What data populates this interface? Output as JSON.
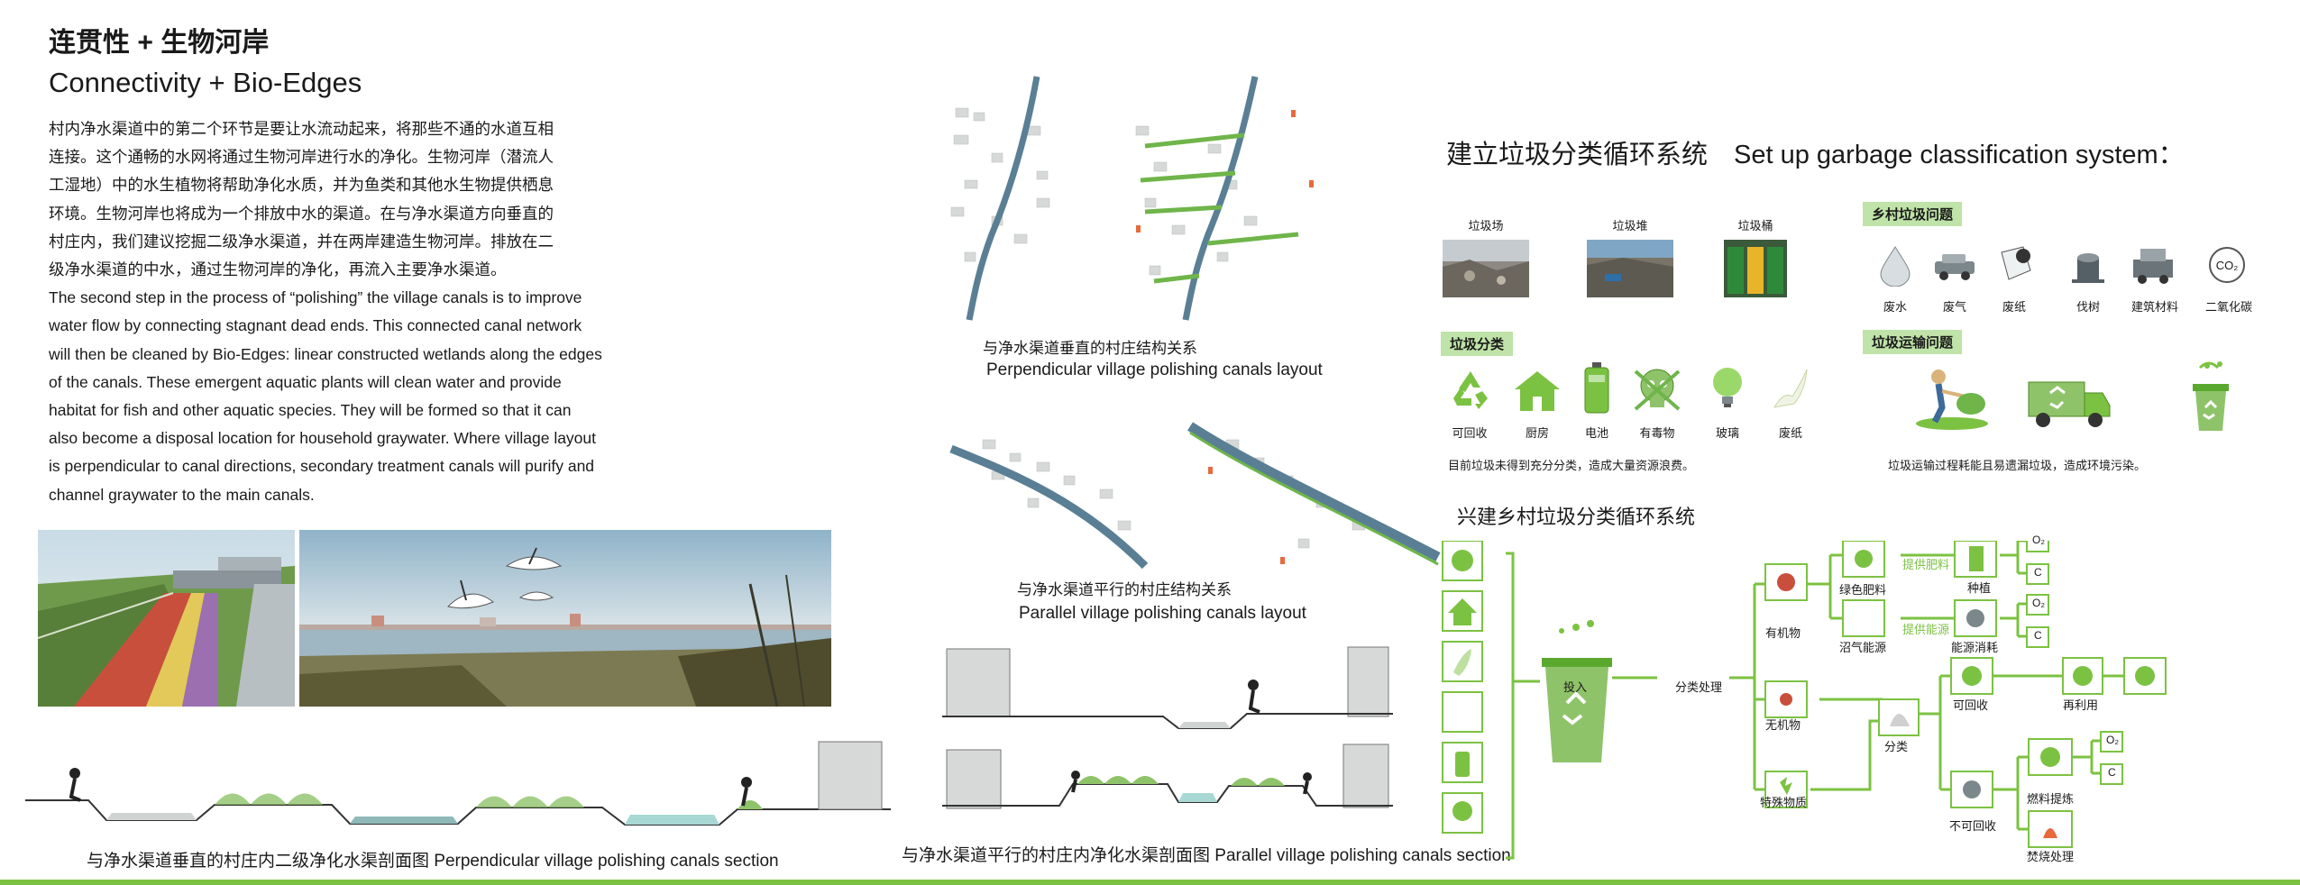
{
  "left": {
    "title_cn": "连贯性 + 生物河岸",
    "title_en": "Connectivity + Bio-Edges",
    "para": [
      "村内净水渠道中的第二个环节是要让水流动起来，将那些不通的水道互相",
      "连接。这个通畅的水网将通过生物河岸进行水的净化。生物河岸（潜流人",
      "工湿地）中的水生植物将帮助净化水质，并为鱼类和其他水生物提供栖息",
      "环境。生物河岸也将成为一个排放中水的渠道。在与净水渠道方向垂直的",
      "村庄内，我们建议挖掘二级净水渠道，并在两岸建造生物河岸。排放在二",
      "级净水渠道的中水，通过生物河岸的净化，再流入主要净水渠道。",
      "The second step in the process of “polishing” the village canals is to improve",
      "water flow by connecting stagnant dead ends. This connected canal network",
      "will then be cleaned by Bio-Edges: linear constructed wetlands along the edges",
      "of the canals. These emergent aquatic plants will clean water and provide",
      "habitat for fish and other aquatic species. They will be formed so that it can",
      "also become a disposal location for household graywater. Where village layout",
      "is perpendicular to canal directions, secondary treatment canals will purify and",
      "channel graywater to the main canals."
    ],
    "section_caption": "与净水渠道垂直的村庄内二级净化水渠剖面图 Perpendicular village polishing canals section"
  },
  "middle": {
    "perp_caption_cn": "与净水渠道垂直的村庄结构关系",
    "perp_caption_en": "Perpendicular village polishing canals layout",
    "para_caption_cn": "与净水渠道平行的村庄结构关系",
    "para_caption_en": "Parallel village polishing canals layout",
    "section_caption": "与净水渠道平行的村庄内净化水渠剖面图 Parallel village polishing canals section"
  },
  "right": {
    "title": "建立垃圾分类循环系统　Set up garbage classification system：",
    "photos": [
      "垃圾场",
      "垃圾堆",
      "垃圾桶"
    ],
    "problem_tag": "乡村垃圾问题",
    "problems": [
      "废水",
      "废气",
      "废纸",
      "伐树",
      "建筑材料",
      "二氧化碳"
    ],
    "co2_text": "CO₂",
    "sort_tag": "垃圾分类",
    "sort_items": [
      "可回收",
      "厨房",
      "电池",
      "有毒物",
      "玻璃",
      "废纸"
    ],
    "sort_note": "目前垃圾未得到充分分类，造成大量资源浪费。",
    "transport_tag": "垃圾运输问题",
    "transport_note": "垃圾运输过程耗能且易遗漏垃圾，造成环境污染。",
    "system_title": "兴建乡村垃圾分类循环系统",
    "flow": {
      "input": "投入",
      "sort_process": "分类处理",
      "organic": "有机物",
      "inorganic": "无机物",
      "special": "特殊物质",
      "green_fertilizer": "绿色肥料",
      "extract_fertilizer": "提供肥料",
      "planting": "种植",
      "biogas": "沼气能源",
      "extract_energy": "提供能源",
      "energy_use": "能源消耗",
      "classify": "分类",
      "recyclable": "可回收",
      "reuse": "再利用",
      "non_recyclable": "不可回收",
      "fuel": "燃料提炼",
      "incinerate": "焚烧处理",
      "o2": "O₂",
      "c": "C"
    }
  },
  "colors": {
    "green": "#7cc242",
    "tag_bg": "#bfe3a8",
    "water": "#5a7f94",
    "canal_green": "#6fb54a",
    "building": "#d6d9d8"
  }
}
